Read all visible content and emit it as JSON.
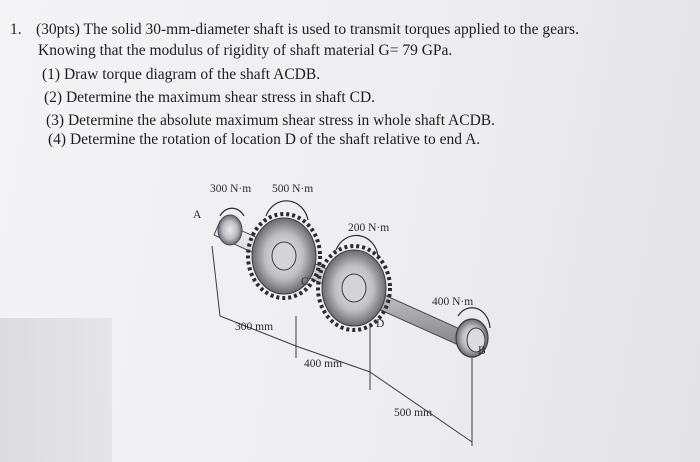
{
  "problem": {
    "number": "1.",
    "intro_line1": "(30pts) The solid 30-mm-diameter shaft is used to transmit torques applied to the gears.",
    "intro_line2": "Knowing that the modulus of rigidity of shaft material G= 79 GPa.",
    "tasks": [
      "(1) Draw torque diagram of the shaft ACDB.",
      "(2) Determine the maximum shear stress in shaft CD.",
      "(3) Determine the absolute maximum shear stress in whole shaft ACDB.",
      "(4) Determine the rotation of location D of the shaft relative to end A."
    ]
  },
  "figure": {
    "torques": {
      "a": "300 N·m",
      "c": "500 N·m",
      "d": "200 N·m",
      "b": "400 N·m"
    },
    "points": {
      "a": "A",
      "c": "C",
      "d": "D",
      "b": "B"
    },
    "lengths": {
      "ac": "300 mm",
      "cd": "400 mm",
      "db": "500 mm"
    }
  }
}
